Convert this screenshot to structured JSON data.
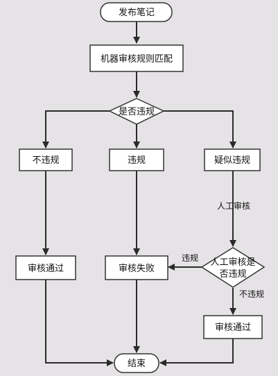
{
  "nodes": {
    "start": "发布笔记",
    "match": "机器审核规则匹配",
    "decision1": "是否违规",
    "no_violation": "不违规",
    "violation": "违规",
    "suspected": "疑似违规",
    "pass1": "审核通过",
    "fail": "审核失败",
    "manual_decision_line1": "人工审核是",
    "manual_decision_line2": "否违规",
    "pass2": "审核通过",
    "end": "结束"
  },
  "edge_labels": {
    "manual_review": "人工审核",
    "violation": "违规",
    "no_violation": "不违规"
  }
}
